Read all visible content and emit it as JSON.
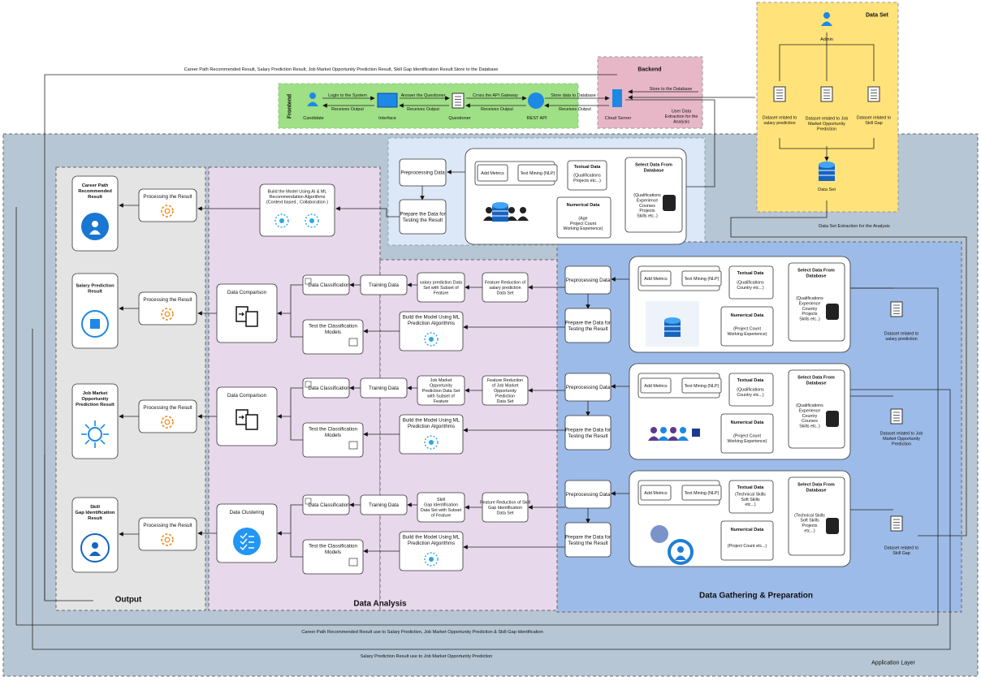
{
  "colors": {
    "app_layer": "#b7c6d4",
    "output": "#e5e5e5",
    "analysis": "#e6d6ea",
    "gathering": "#9cb8e6",
    "dataset": "#ffe37a",
    "backend": "#e7b7c8",
    "frontend": "#9fdf86",
    "accent": "#1e88e5"
  },
  "top_labels": {
    "store_result": "Career Path Recommended Result, Salary Prediction Result, Job Market Opportunity Prediction Result, Skill Gap Identification Result Store to the Database",
    "career_use": "Career Path Recommended Result use to Salary Prediction, Job Market Opportunity Prediction & Skill Gap Identification",
    "salary_use": "Salary Prediction Result use to Job Market Opportunity Prediction",
    "ds_extraction": "Data Set Extraction for the Analysis"
  },
  "frontend": {
    "title": "Frontend",
    "candidate": "Candidate",
    "interface": "Interface",
    "questioner": "Questioner",
    "rest_api": "REST API",
    "login": "Login to the System",
    "receives1": "Receives Output",
    "answer": "Answer the Questioner",
    "receives2": "Receives Output",
    "cross": "Cross the API Gateway",
    "receives3": "Receives Output",
    "store_db": "Store data to Database",
    "receives4": "Receives Output"
  },
  "backend": {
    "title": "Backend",
    "cloud": "Cloud Server",
    "store": "Store to the Database",
    "user_data": [
      "User Data",
      "Extraction for the",
      "Analysis"
    ]
  },
  "dataset": {
    "title": "Data Set",
    "admin": "Admin",
    "db": "Data Set",
    "d1": [
      "Dataset related to",
      "salary prediction"
    ],
    "d2": [
      "Dataset related to Job",
      "Market Opportunity",
      "Prediction"
    ],
    "d3": [
      "Dataset related to",
      "Skill Gap"
    ]
  },
  "output": {
    "title": "Output",
    "r1": [
      "Career Path",
      "Recommended",
      "Result"
    ],
    "r2": [
      "Salary Prediction",
      "Result"
    ],
    "r3": [
      "Job Market",
      "Opportunity",
      "Prediction Result"
    ],
    "r4": [
      "Skill",
      "Gap Identification",
      "Result"
    ],
    "processing": "Processing the Result"
  },
  "analysis": {
    "title": "Data Analysis",
    "build_ai": [
      "Build the Model Using AI & ML",
      "Recommendation Algorithms",
      "(Context based , Collaboration )"
    ],
    "data_comparison": "Data Comparison",
    "data_clustering": "Data Clustering",
    "data_classification": "Data Classification",
    "training": "Training Data",
    "test_models": [
      "Test the Classification",
      "Models"
    ],
    "build_ml": [
      "Build the Model Using ML",
      "Prediction Algorithms"
    ],
    "subset1": [
      "salary prediction Data",
      "Set with Subset of",
      "Feature"
    ],
    "fr1": [
      "Feature Reduction of",
      "salary prediction",
      "Data Set"
    ],
    "subset2": [
      "Job Market",
      "Opportunity",
      "Prediction Data Set",
      "with Subset of",
      "Feature"
    ],
    "fr2": [
      "Feature Reduction",
      "of Job Market",
      "Opportunity",
      "Prediction",
      "Data Set"
    ],
    "subset3": [
      "Skill",
      "Gap Identification",
      "Data Set with Subset",
      "of Feature"
    ],
    "fr3": [
      "Feature Reduction of Skill",
      "Gap Identification",
      "Data Set"
    ]
  },
  "gathering": {
    "title": "Data Gathering & Preparation",
    "preprocessing": "Preprocessing Data",
    "prepare": [
      "Prepare the Data for",
      "Testing the Result"
    ],
    "add_metrics": "Add Metrics",
    "text_mining": "Text Mining (NLP)",
    "textual": "Textual Data",
    "numerical": "Numerical Data",
    "select": [
      "Select Data From",
      "Database"
    ],
    "top_textual": [
      "(Qualifications",
      "Projects etc...)"
    ],
    "top_numerical": [
      "(Age",
      "Project Count",
      "Working Experience)"
    ],
    "top_select": [
      "(Qualifications",
      "Experience",
      "Courses",
      "Projects",
      "Skills etc..)"
    ],
    "s_textual": [
      "(Qualifications",
      "Country etc...)"
    ],
    "s_numerical": [
      "(Project Count",
      "Working Experience)"
    ],
    "s_select": [
      "(Qualifications",
      "Experience",
      "Country",
      "Projects",
      "Skills etc..)"
    ],
    "j_textual": [
      "(Qualifications",
      "Country etc...)"
    ],
    "j_numerical": [
      "(Project Count",
      "Working Experience)"
    ],
    "j_select": [
      "(Qualifications",
      "Experience",
      "Country",
      "Courses",
      "Skills etc..)"
    ],
    "k_textual": [
      "(Technical Skills",
      "Soft Skills",
      "etc...)"
    ],
    "k_numerical": [
      "(Project Count etc...)"
    ],
    "k_select": [
      "(Technical Skills",
      "Soft Skills",
      "Projects",
      "etc...)"
    ],
    "ds1": [
      "Dataset related to",
      "salary prediction"
    ],
    "ds2": [
      "Dataset related to Job",
      "Market Opportunity",
      "Prediction"
    ],
    "ds3": [
      "Dataset related to",
      "Skill Gap"
    ]
  },
  "app_layer": "Application Layer"
}
